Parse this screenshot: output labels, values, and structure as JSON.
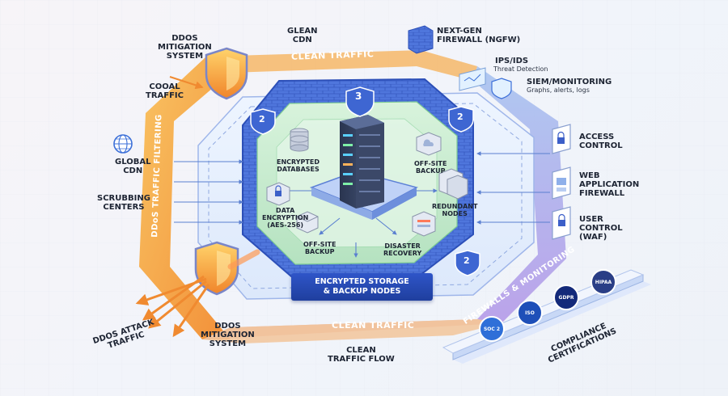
{
  "labels": {
    "glean_cdn": "GLEAN\nCDN",
    "ddos_system_top": "DDoS\nMITIGATION\nSYSTEM",
    "cooal_traffic": "COOAL\nTRAFFIC",
    "global_cdn": "GLOBAL\nCDN",
    "scrubbing": "SCRUBBING\nCENTERS",
    "ddos_attack": "DDoS ATTACK\nTRAFFIC",
    "ddos_system_bottom": "DDoS\nMITIGATION\nSYSTEM",
    "clean_flow": "CLEAN\nTRAFFIC FLOW",
    "ngfw": "NEXT-GEN\nFIREWALL (NGFW)",
    "ips": "IPS/IDS",
    "ips_sub": "Threat Detection",
    "siem": "SIEM/MONITORING",
    "siem_sub": "Graphs, alerts, logs",
    "access": "ACCESS\nCONTROL",
    "waf": "WEB\nAPPLICATION\nFIREWALL",
    "user_control": "USER\nCONTROL\n(WAF)",
    "compliance": "COMPLIANCE\nCERTIFICATIONS"
  },
  "bands": {
    "clean_top": "CLEAN TRAFFIC",
    "clean_bottom": "CLEAN TRAFFIC",
    "ddos_filtering": "DDoS TRAFFIC FILTERING",
    "firewalls": "FIREWALLS & MONITORING"
  },
  "core": {
    "encrypted_db": "ENCRYPTED\nDATABASES",
    "offsite_right": "OFF-SITE\nBACKUP",
    "data_encryption": "DATA\nENCRYPTION\n(AES-256)",
    "redundant": "REDUNDANT\nNODES",
    "offsite_bottom": "OFF-SITE\nBACKUP",
    "disaster": "DISASTER\nRECOVERY",
    "storage_line1": "ENCRYPTED STORAGE",
    "storage_line2": "& BACKUP NODES"
  },
  "layers": {
    "inner": "3",
    "middle": "2"
  },
  "badges": [
    "SOC 2",
    "ISO",
    "GDPR",
    "HIPAA"
  ],
  "colors": {
    "orange": "#f7a23a",
    "blue": "#3b6fd8",
    "purple": "#8c7be0",
    "navy": "#1f3f9e",
    "green": "#bfe8c8"
  }
}
